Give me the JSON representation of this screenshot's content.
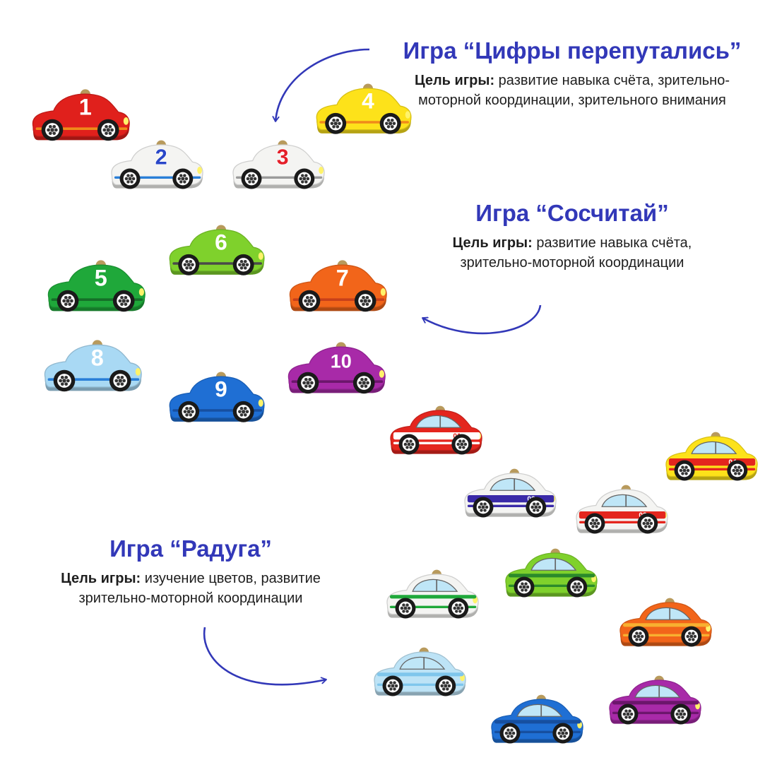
{
  "games": [
    {
      "title": "Игра “Цифры перепутались”",
      "goal_label": "Цель игры:",
      "goal_text": " развитие навыка счёта, зрительно-моторной координации, зрительного внимания"
    },
    {
      "title": "Игра “Сосчитай”",
      "goal_label": "Цель игры:",
      "goal_text": " развитие навыка счёта, зрительно-моторной координации"
    },
    {
      "title": "Игра “Радуга”",
      "goal_label": "Цель игры:",
      "goal_text": " изучение цветов, развитие зрительно-моторной координации"
    }
  ],
  "accent_color": "#3238b8",
  "number_cars": [
    {
      "label": "1",
      "body": "#e0201c",
      "stripe": "#f08a1a",
      "number_color": "#ffffff",
      "number_outline": "#ffffff"
    },
    {
      "label": "2",
      "body": "#f4f4f2",
      "stripe": "#2a7fd8",
      "number_color": "#2a47c8",
      "number_outline": "#ffffff"
    },
    {
      "label": "3",
      "body": "#f4f4f2",
      "stripe": "#9a9a9a",
      "number_color": "#e4202a",
      "number_outline": "#ffffff"
    },
    {
      "label": "4",
      "body": "#fde21a",
      "stripe": "#f08a1a",
      "number_color": "#ffffff",
      "number_outline": "#ffffff"
    },
    {
      "label": "5",
      "body": "#1fa83a",
      "stripe": "#156f28",
      "number_color": "#ffffff",
      "number_outline": "#ffffff"
    },
    {
      "label": "6",
      "body": "#7fd12c",
      "stripe": "#4a4a4a",
      "number_color": "#ffffff",
      "number_outline": "#ffffff"
    },
    {
      "label": "7",
      "body": "#f2651a",
      "stripe": "#c8401a",
      "number_color": "#ffffff",
      "number_outline": "#ffffff"
    },
    {
      "label": "8",
      "body": "#a9d9f4",
      "stripe": "#2a7fd8",
      "number_color": "#ffffff",
      "number_outline": "#ffffff"
    },
    {
      "label": "9",
      "body": "#1f6fd4",
      "stripe": "#164fa0",
      "number_color": "#ffffff",
      "number_outline": "#ffffff"
    },
    {
      "label": "10",
      "body": "#a82aa8",
      "stripe": "#6c166c",
      "number_color": "#ffffff",
      "number_outline": "#ffffff"
    }
  ],
  "service_cars": [
    {
      "label": "01",
      "body": "#e4261e",
      "stripe": "#ffffff",
      "text_color": "#e4261e"
    },
    {
      "label": "02",
      "body": "#f4f4f2",
      "stripe": "#3a2aa8",
      "text_color": "#ffffff"
    },
    {
      "label": "03",
      "body": "#f4f4f2",
      "stripe": "#e4261e",
      "text_color": "#ffffff"
    },
    {
      "label": "04",
      "body": "#fde21a",
      "stripe": "#e4261e",
      "text_color": "#ffffff"
    }
  ],
  "rainbow_cars": [
    {
      "body": "#f4f4f2",
      "stripe": "#1fa83a"
    },
    {
      "body": "#7fd12c",
      "stripe": "#2b8a2b"
    },
    {
      "body": "#f2651a",
      "stripe": "#f8b030"
    },
    {
      "body": "#bde3f6",
      "stripe": "#7fc6ec"
    },
    {
      "body": "#1f6fd4",
      "stripe": "#164fa0"
    },
    {
      "body": "#a82aa8",
      "stripe": "#6c166c"
    }
  ]
}
